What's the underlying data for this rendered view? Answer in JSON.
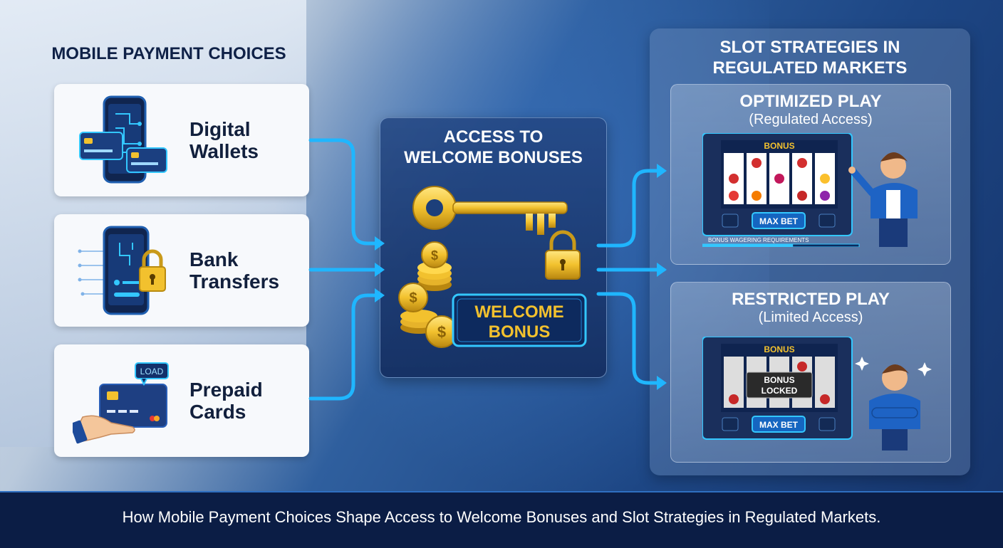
{
  "left": {
    "title": "MOBILE PAYMENT CHOICES",
    "cards": [
      {
        "line1": "Digital",
        "line2": "Wallets",
        "icon": "phone-wallet-icon"
      },
      {
        "line1": "Bank",
        "line2": "Transfers",
        "icon": "phone-lock-icon"
      },
      {
        "line1": "Prepaid",
        "line2": "Cards",
        "icon": "hand-card-icon",
        "badge": "LOAD"
      }
    ]
  },
  "center": {
    "title_line1": "ACCESS TO",
    "title_line2": "WELCOME BONUSES",
    "badge_line1": "WELCOME",
    "badge_line2": "BONUS"
  },
  "right": {
    "title_line1": "SLOT STRATEGIES IN",
    "title_line2": "REGULATED MARKETS",
    "optimized": {
      "title": "OPTIMIZED PLAY",
      "subtitle": "(Regulated Access)",
      "screen_label": "BONUS",
      "button": "MAX BET",
      "progress_label": "BONUS WAGERING REQUIREMENTS",
      "progress": 0.6
    },
    "restricted": {
      "title": "RESTRICTED PLAY",
      "subtitle": "(Limited Access)",
      "screen_label": "BONUS",
      "locked_line1": "BONUS",
      "locked_line2": "LOCKED",
      "button": "MAX BET"
    }
  },
  "footer": {
    "caption": "How Mobile Payment Choices Shape Access to Welcome Bonuses and Slot Strategies in Regulated Markets."
  },
  "colors": {
    "arrow": "#1fb6ff",
    "gold": "#f2c12e",
    "dark_navy": "#0b1d45"
  }
}
